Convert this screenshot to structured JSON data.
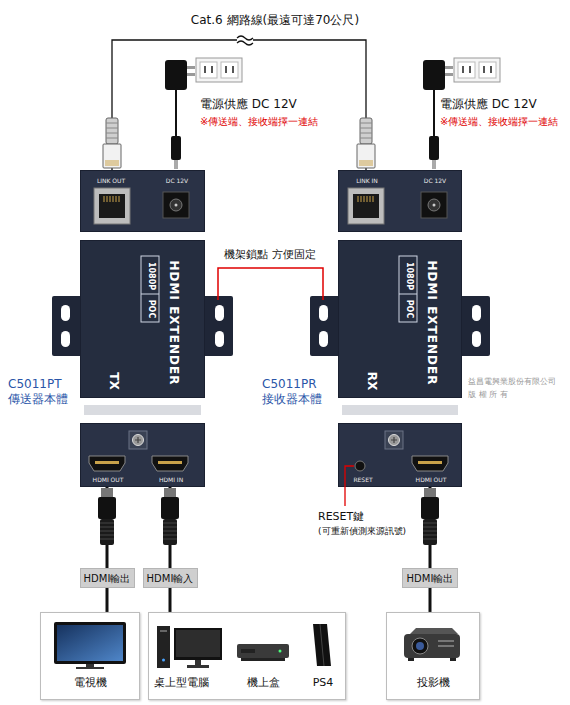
{
  "diagram": {
    "nodes": [
      {
        "text": [
          "LINK OUT",
          "DC 12V"
        ]
      },
      {
        "text": [
          "HDMI EXTENDER",
          "1080P",
          "POC",
          "TX"
        ]
      },
      {
        "text": [
          "HDMI OUT",
          "HDMI IN"
        ]
      },
      {
        "text": [
          "LINK IN",
          "DC 12V"
        ]
      },
      {
        "text": [
          "HDMI EXTENDER",
          "1080P",
          "POC",
          "RX"
        ]
      },
      {
        "text": [
          "RESET",
          "HDMI OUT"
        ]
      },
      {
        "text": [
          "HDMI輸出"
        ]
      },
      {
        "text": [
          "HDMI輸入"
        ]
      },
      {
        "text": [
          "HDMI輸出"
        ]
      },
      {
        "text": [
          "電視機"
        ]
      },
      {
        "text": [
          "桌上型電腦",
          "機上盒",
          "PS4"
        ]
      },
      {
        "text": [
          "投影機"
        ]
      }
    ],
    "edges": [
      {
        "from": 0,
        "to": 3,
        "arrow": "none",
        "label": "Cat.6 網路線(最遠可達70公尺)"
      },
      {
        "from": 2,
        "to": 6,
        "arrow": "none"
      },
      {
        "from": 6,
        "to": 9,
        "arrow": "none"
      },
      {
        "from": 2,
        "to": 7,
        "arrow": "none"
      },
      {
        "from": 7,
        "to": 10,
        "arrow": "none"
      },
      {
        "from": 5,
        "to": 8,
        "arrow": "none"
      },
      {
        "from": 8,
        "to": 11,
        "arrow": "none"
      }
    ],
    "labels": [
      "電源供應 DC 12V",
      "※傳送端、接收端擇一連結",
      "電源供應 DC 12V",
      "※傳送端、接收端擇一連結",
      "機架鎖點 方便固定",
      "C5011PT 傳送器本體",
      "C5011PR 接收器本體",
      "益昌電興業股份有限公司",
      "版 權 所 有",
      "RESET鍵",
      "(可重新偵測來源訊號)"
    ]
  }
}
